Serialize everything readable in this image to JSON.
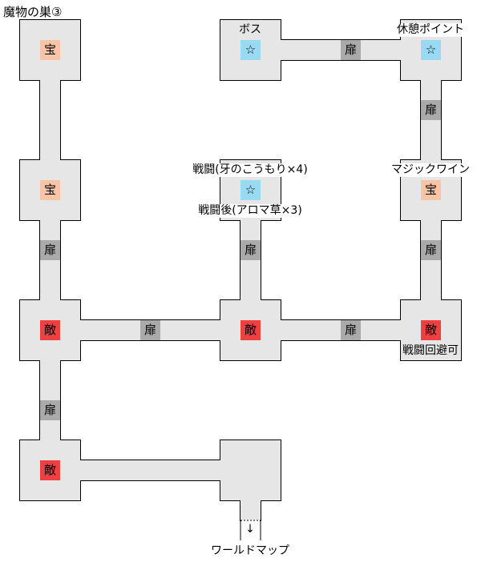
{
  "title": "魔物の巣③",
  "colors": {
    "room": "#e6e6e6",
    "treasure": "#f7c4a5",
    "star": "#99d9f2",
    "enemy": "#ee4040",
    "door": "#aaaaaa"
  },
  "markers": {
    "treasure": "宝",
    "star": "☆",
    "enemy": "敵",
    "door": "扉"
  },
  "labels": {
    "boss": "ボス",
    "rest": "休憩ポイント",
    "battle": "戦闘(牙のこうもり×4)",
    "after_battle": "戦闘後(アロマ草×3)",
    "magic_wine": "マジックワイン",
    "avoidable": "戦闘回避可",
    "exit_arrow": "↓",
    "world_map": "ワールドマップ"
  }
}
